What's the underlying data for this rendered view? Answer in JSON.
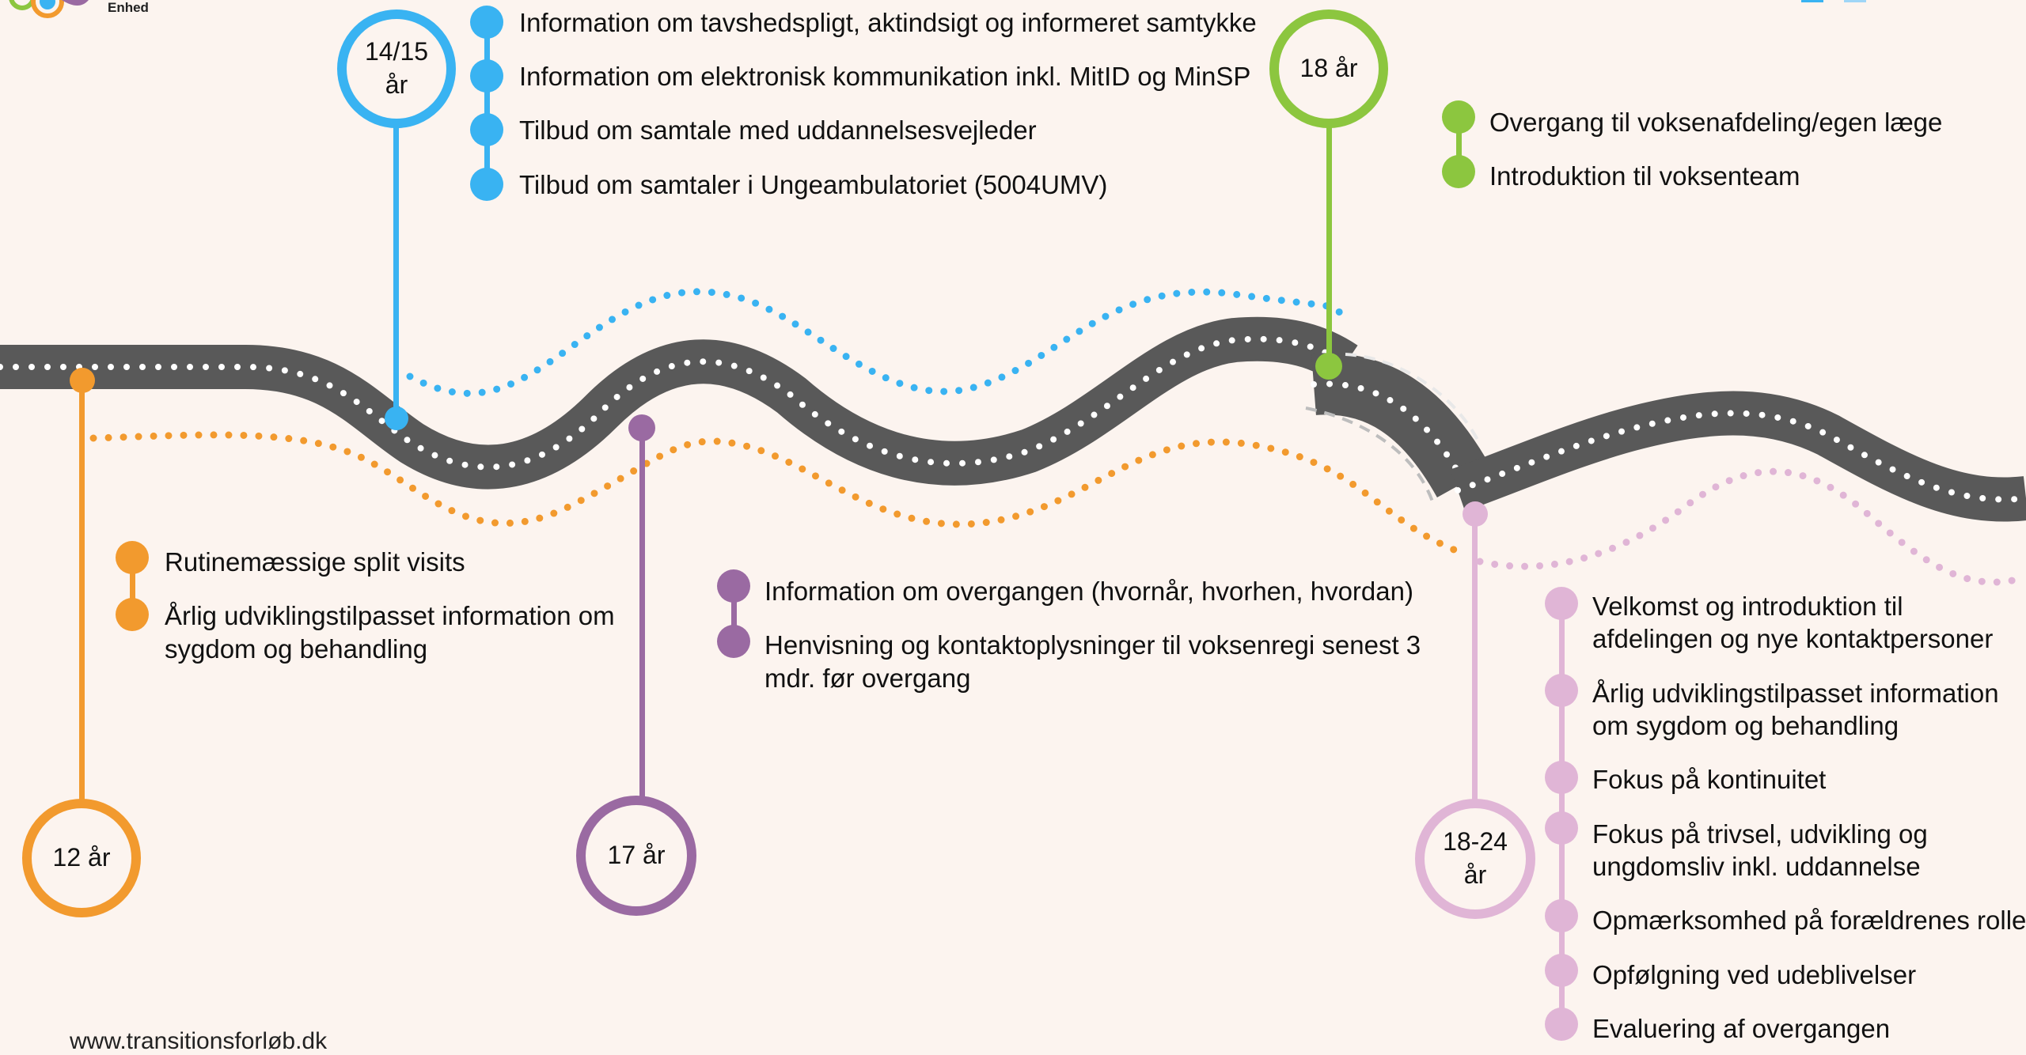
{
  "brand": {
    "logo_label": "Enhed"
  },
  "footer": {
    "url": "www.transitionsforløb.dk"
  },
  "colors": {
    "background": "#fcf4ef",
    "road": "#595959",
    "blue": "#39b3f2",
    "green": "#8cc63f",
    "orange": "#f29a2e",
    "purple": "#9a6aa2",
    "pink": "#e0b5d6"
  },
  "milestones": {
    "m12": {
      "label": "12 år"
    },
    "m14": {
      "label_line1": "14/15",
      "label_line2": "år"
    },
    "m17": {
      "label": "17 år"
    },
    "m18": {
      "label": "18 år"
    },
    "m18_24": {
      "label_line1": "18-24",
      "label_line2": "år"
    }
  },
  "lists": {
    "blue": [
      "Information om tavshedspligt, aktindsigt og informeret samtykke",
      "Information om elektronisk kommunikation inkl. MitID og MinSP",
      "Tilbud om samtale med uddannelsesvejleder",
      "Tilbud om samtaler i Ungeambulatoriet (5004UMV)"
    ],
    "green": [
      "Overgang til voksenafdeling/egen læge",
      "Introduktion til voksenteam"
    ],
    "orange": [
      "Rutinemæssige split visits",
      "Årlig udviklingstilpasset information om",
      "sygdom og behandling"
    ],
    "purple": [
      "Information om overgangen (hvornår, hvorhen, hvordan)",
      "Henvisning og kontaktoplysninger til voksenregi senest 3",
      "mdr. før overgang"
    ],
    "pink": [
      "Velkomst og introduktion til",
      "afdelingen og nye kontaktpersoner",
      "Årlig udviklingstilpasset information",
      "om sygdom og behandling",
      "Fokus på kontinuitet",
      "Fokus på trivsel, udvikling og",
      "ungdomsliv inkl. uddannelse",
      "Opmærksomhed på forældrenes rolle",
      "Opfølgning ved  udeblivelser",
      "Evaluering af overgangen"
    ]
  }
}
